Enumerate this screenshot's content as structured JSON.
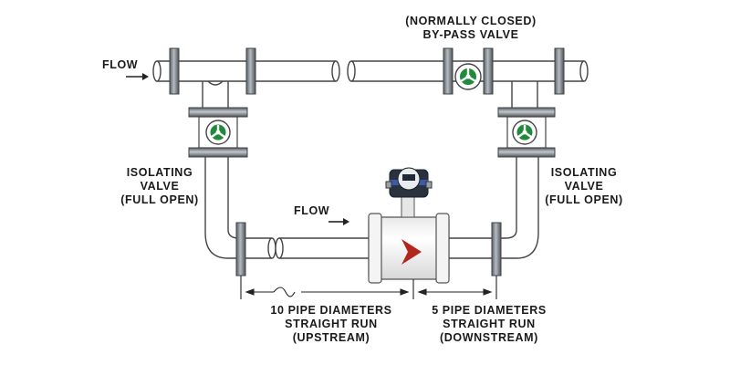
{
  "labels": {
    "flow_top": "FLOW",
    "bypass_valve": [
      "(NORMALLY CLOSED)",
      "BY-PASS VALVE"
    ],
    "isolating_left": [
      "ISOLATING",
      "VALVE",
      "(FULL OPEN)"
    ],
    "isolating_right": [
      "ISOLATING",
      "VALVE",
      "(FULL OPEN)"
    ],
    "flow_bottom": "FLOW",
    "upstream": [
      "10 PIPE DIAMETERS",
      "STRAIGHT RUN",
      "(UPSTREAM)"
    ],
    "downstream": [
      "5 PIPE DIAMETERS",
      "STRAIGHT RUN",
      "(DOWNSTREAM)"
    ]
  },
  "colors": {
    "pipe_fill": "#ffffff",
    "pipe_stroke": "#444444",
    "flange": "#8a8f96",
    "flange_dark": "#4e5359",
    "valve_green": "#1f8a3a",
    "meter_arrow": "#b3261e",
    "display_body": "#2c3140"
  }
}
